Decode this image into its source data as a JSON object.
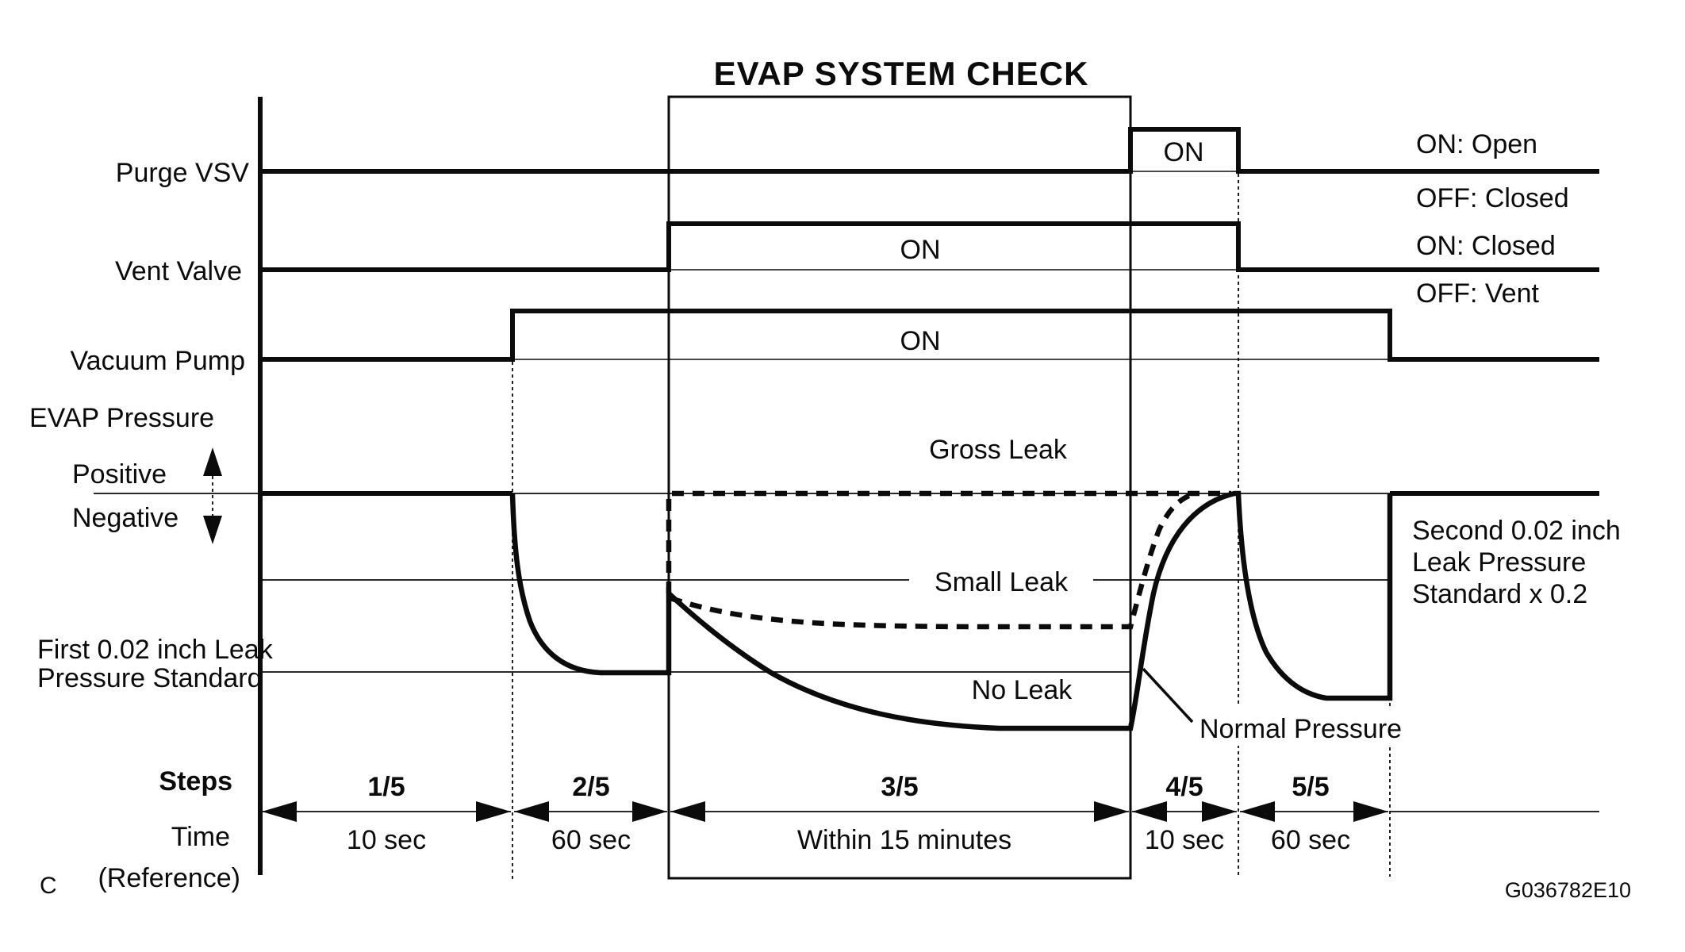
{
  "title": "EVAP SYSTEM CHECK",
  "signals": {
    "purge_vsv": {
      "label": "Purge VSV",
      "on_label": "ON",
      "legend_on": "ON: Open",
      "legend_off": "OFF: Closed"
    },
    "vent_valve": {
      "label": "Vent Valve",
      "on_label": "ON",
      "legend_on": "ON: Closed",
      "legend_off": "OFF: Vent"
    },
    "vacuum_pump": {
      "label": "Vacuum Pump",
      "on_label": "ON"
    }
  },
  "pressure": {
    "label": "EVAP Pressure",
    "positive": "Positive",
    "negative": "Negative",
    "first_standard_line1": "First 0.02 inch Leak",
    "first_standard_line2": "Pressure Standard",
    "second_standard_line1": "Second 0.02 inch",
    "second_standard_line2": "Leak Pressure",
    "second_standard_line3": "Standard x 0.2",
    "curves": {
      "gross_leak": "Gross Leak",
      "small_leak": "Small Leak",
      "no_leak": "No Leak",
      "normal_pressure": "Normal Pressure"
    }
  },
  "steps": {
    "label": "Steps",
    "time_label": "Time",
    "reference_label": "(Reference)",
    "items": [
      {
        "step": "1/5",
        "time": "10 sec"
      },
      {
        "step": "2/5",
        "time": "60 sec"
      },
      {
        "step": "3/5",
        "time": "Within 15 minutes"
      },
      {
        "step": "4/5",
        "time": "10 sec"
      },
      {
        "step": "5/5",
        "time": "60 sec"
      }
    ]
  },
  "footer": {
    "page_marker": "C",
    "figure_code": "G036782E10"
  },
  "colors": {
    "ink": "#0b0b0b",
    "background": "#ffffff"
  }
}
